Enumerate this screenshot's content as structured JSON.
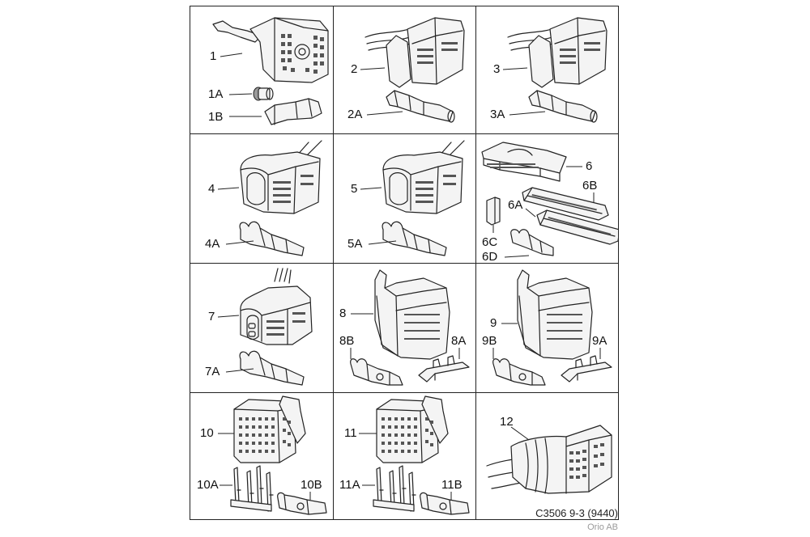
{
  "figure": {
    "caption": "C3506 9-3 (9440)",
    "credit": "Orio AB"
  },
  "cells": [
    {
      "id": "c1",
      "labels": [
        "1",
        "1A",
        "1B"
      ]
    },
    {
      "id": "c2",
      "labels": [
        "2",
        "2A"
      ]
    },
    {
      "id": "c3",
      "labels": [
        "3",
        "3A"
      ]
    },
    {
      "id": "c4",
      "labels": [
        "4",
        "4A"
      ]
    },
    {
      "id": "c5",
      "labels": [
        "5",
        "5A"
      ]
    },
    {
      "id": "c6",
      "labels": [
        "6",
        "6A",
        "6B",
        "6C",
        "6D"
      ]
    },
    {
      "id": "c7",
      "labels": [
        "7",
        "7A"
      ]
    },
    {
      "id": "c8",
      "labels": [
        "8",
        "8A",
        "8B"
      ]
    },
    {
      "id": "c9",
      "labels": [
        "9",
        "9A",
        "9B"
      ]
    },
    {
      "id": "c10",
      "labels": [
        "10",
        "10A",
        "10B"
      ]
    },
    {
      "id": "c11",
      "labels": [
        "11",
        "11A",
        "11B"
      ]
    },
    {
      "id": "c12",
      "labels": [
        "12"
      ]
    }
  ],
  "icons": {
    "connector": "connector-housing-icon",
    "terminal": "crimp-terminal-icon",
    "seal": "wire-seal-icon",
    "lock": "locking-strip-icon"
  }
}
